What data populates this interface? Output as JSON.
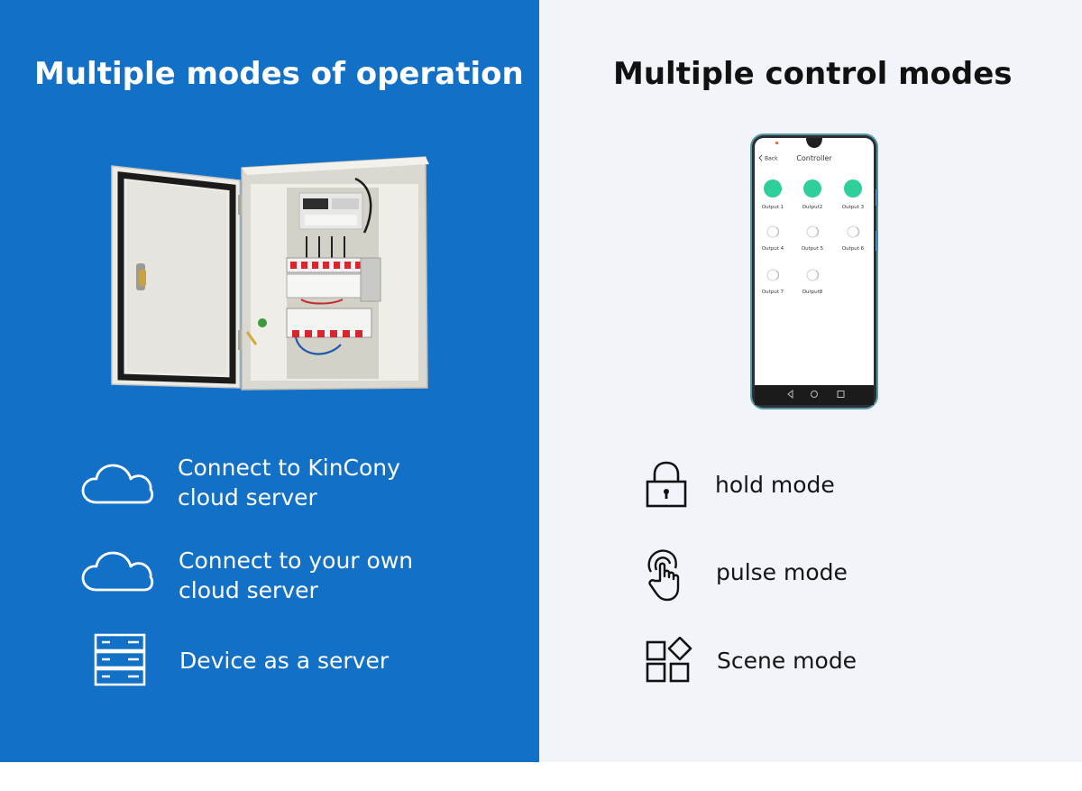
{
  "left": {
    "title": "Multiple modes of operation",
    "features": [
      {
        "line1": "Connect to KinCony",
        "line2": "cloud server",
        "icon": "cloud-icon"
      },
      {
        "line1": "Connect to your own",
        "line2": "cloud server",
        "icon": "cloud-icon"
      },
      {
        "line1": "Device as a server",
        "icon": "server-icon"
      }
    ]
  },
  "right": {
    "title": "Multiple control modes",
    "phone": {
      "back": "Back",
      "title": "Controller",
      "outputs": [
        {
          "label": "Output 1",
          "on": true
        },
        {
          "label": "Output2",
          "on": true
        },
        {
          "label": "Output 3",
          "on": true
        },
        {
          "label": "Output 4",
          "on": false
        },
        {
          "label": "Output 5",
          "on": false
        },
        {
          "label": "Output 6",
          "on": false
        },
        {
          "label": "Output 7",
          "on": false
        },
        {
          "label": "Output8",
          "on": false
        }
      ]
    },
    "modes": [
      {
        "label": "hold mode",
        "icon": "lock-icon"
      },
      {
        "label": "pulse mode",
        "icon": "touch-hand-icon"
      },
      {
        "label": "Scene mode",
        "icon": "scene-grid-icon"
      }
    ]
  },
  "colors": {
    "left_bg": "#1270c7",
    "right_bg": "#f1f5fa",
    "output_on": "#2ecf9a"
  }
}
